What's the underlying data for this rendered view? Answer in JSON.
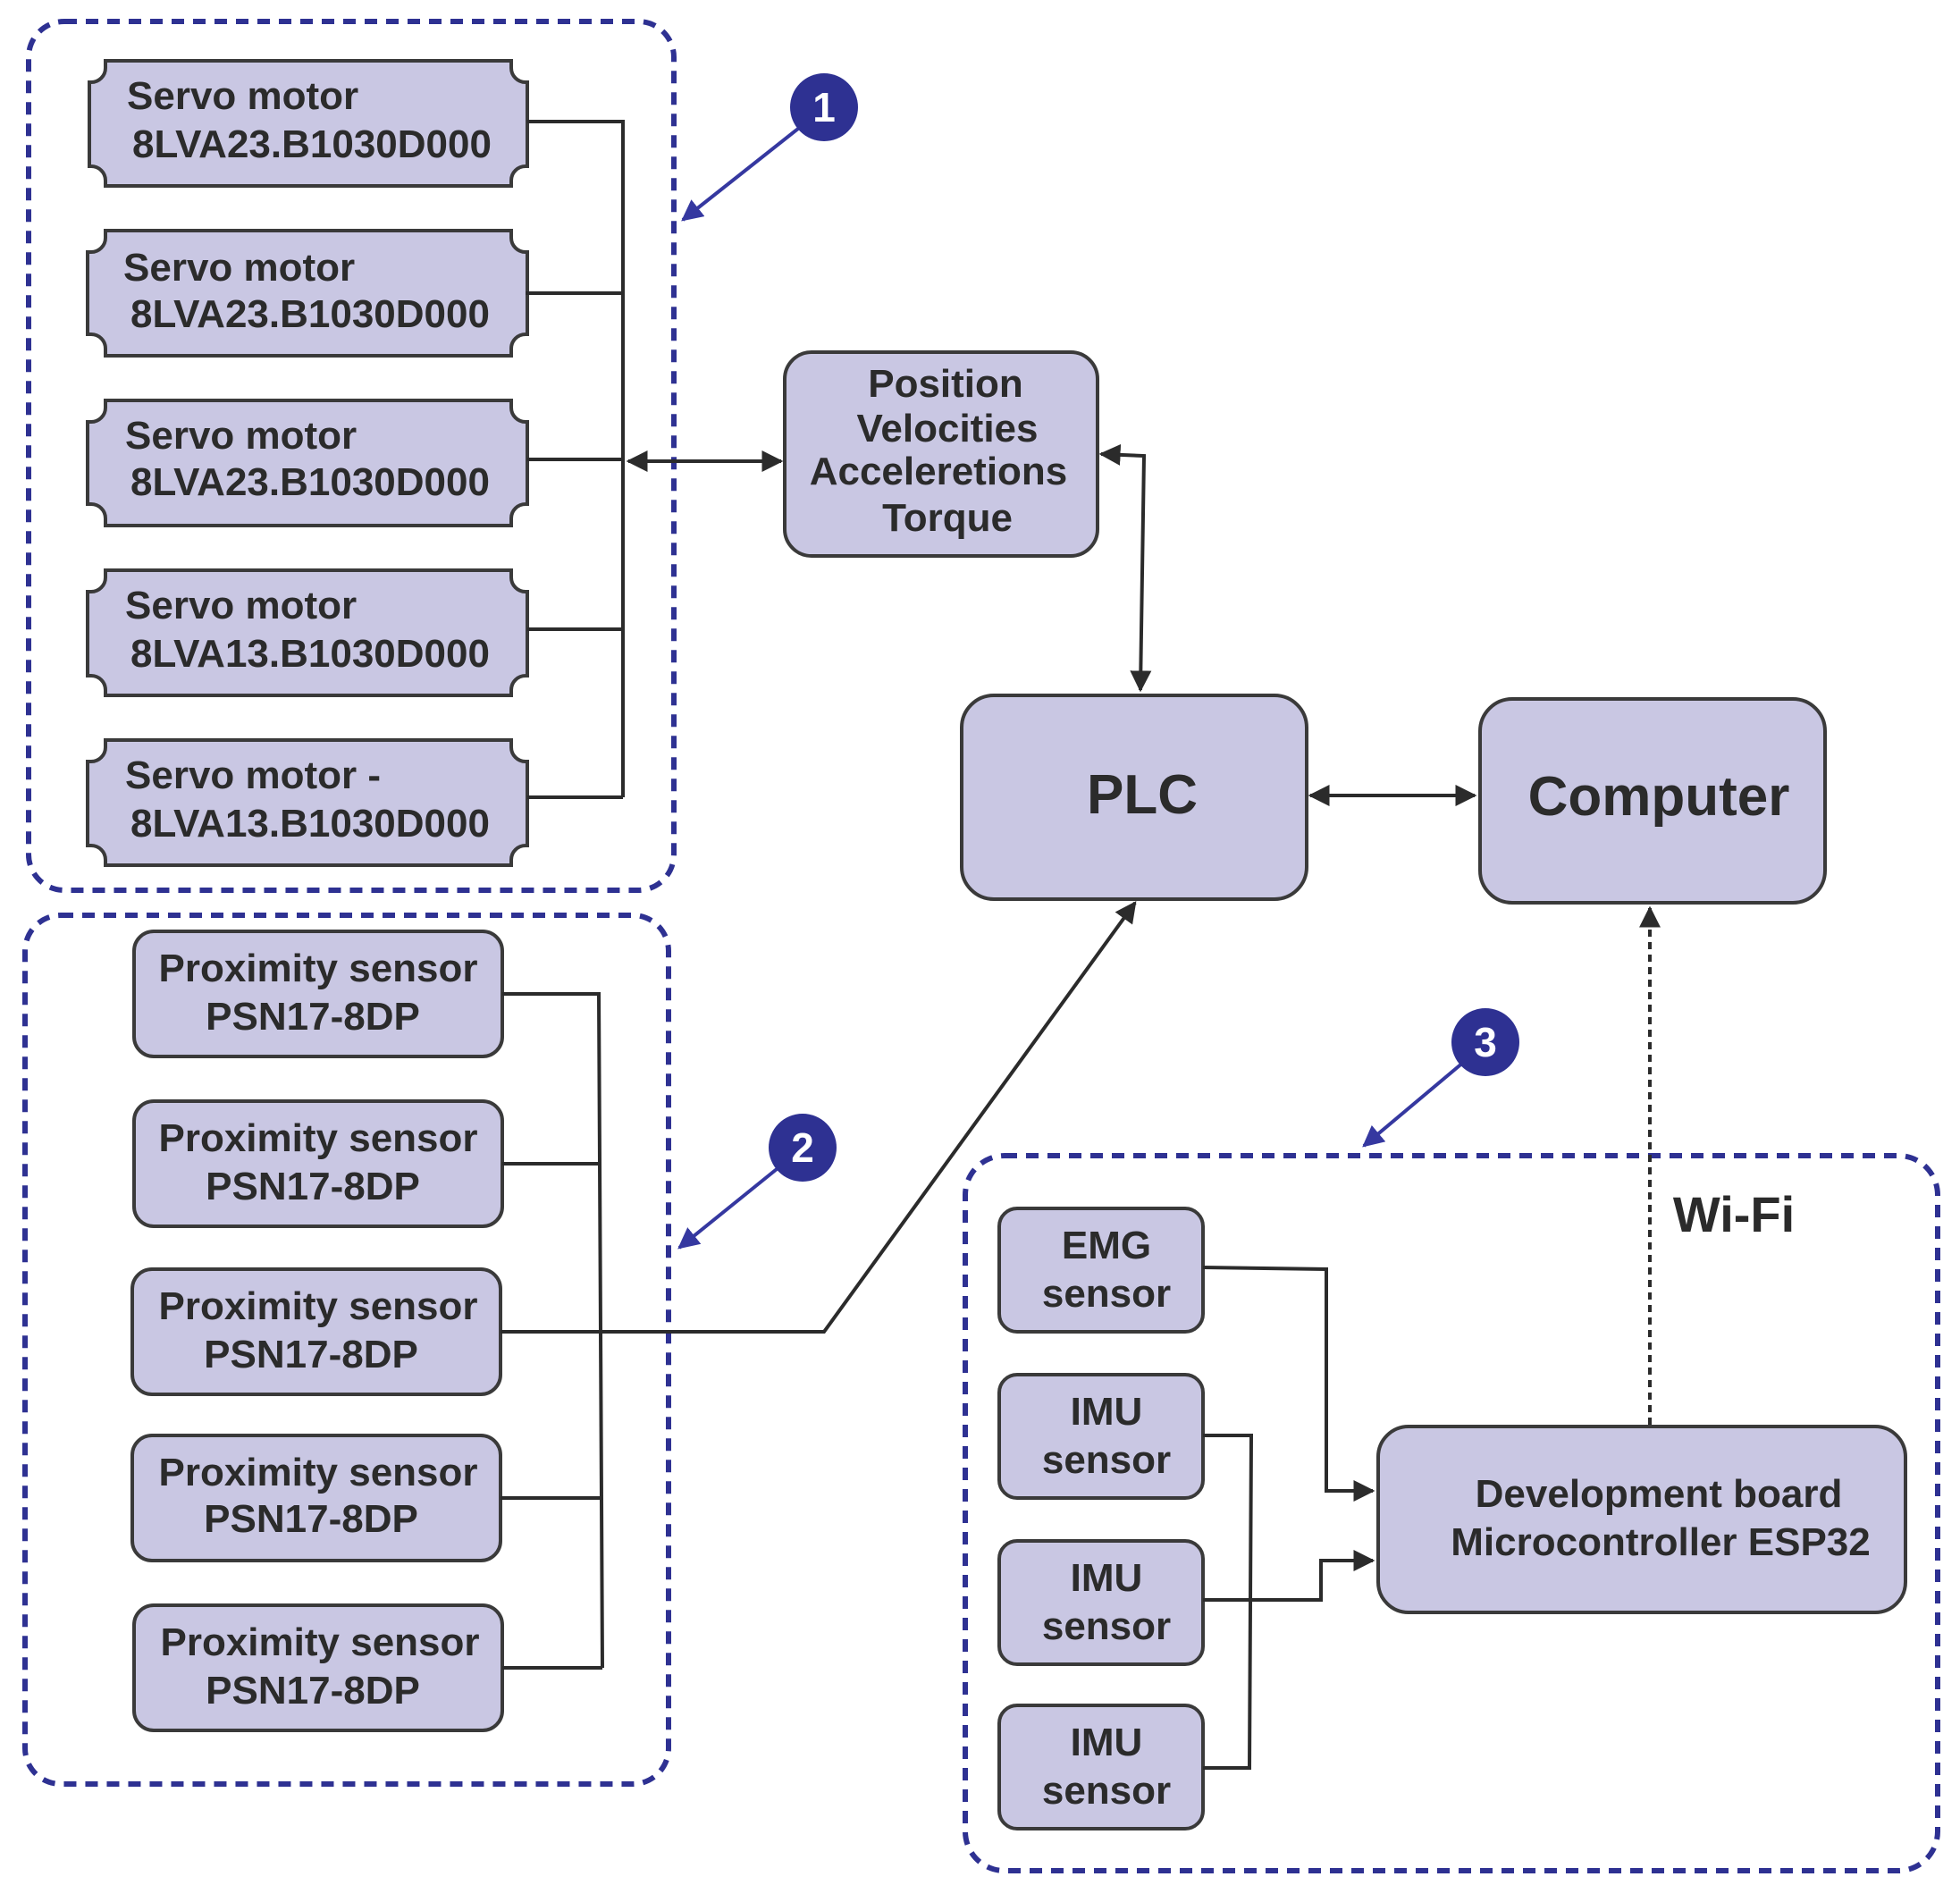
{
  "servo_motors": [
    {
      "line1": "Servo motor",
      "line2": "8LVA23.B1030D000"
    },
    {
      "line1": "Servo motor",
      "line2": "8LVA23.B1030D000"
    },
    {
      "line1": "Servo motor",
      "line2": "8LVA23.B1030D000"
    },
    {
      "line1": "Servo motor",
      "line2": "8LVA13.B1030D000"
    },
    {
      "line1": "Servo motor -",
      "line2": "8LVA13.B1030D000"
    }
  ],
  "proximity_sensors": [
    {
      "line1": "Proximity sensor",
      "line2": "PSN17-8DP"
    },
    {
      "line1": "Proximity sensor",
      "line2": "PSN17-8DP"
    },
    {
      "line1": "Proximity sensor",
      "line2": "PSN17-8DP"
    },
    {
      "line1": "Proximity sensor",
      "line2": "PSN17-8DP"
    },
    {
      "line1": "Proximity sensor",
      "line2": "PSN17-8DP"
    }
  ],
  "motion_data": {
    "lines": [
      "Position",
      "Velocities",
      "Acceleretions",
      "Torque"
    ]
  },
  "plc": {
    "label": "PLC"
  },
  "computer": {
    "label": "Computer"
  },
  "wifi_label": "Wi-Fi",
  "wearable_sensors": [
    {
      "line1": "EMG",
      "line2": "sensor"
    },
    {
      "line1": "IMU",
      "line2": "sensor"
    },
    {
      "line1": "IMU",
      "line2": "sensor"
    },
    {
      "line1": "IMU",
      "line2": "sensor"
    }
  ],
  "dev_board": {
    "line1": "Development board",
    "line2": "Microcontroller ESP32"
  },
  "callouts": [
    "1",
    "2",
    "3"
  ],
  "colors": {
    "node_fill": "#c9c7e3",
    "group_border": "#2e3192",
    "callout": "#2e3192",
    "line": "#2b2b2b"
  }
}
